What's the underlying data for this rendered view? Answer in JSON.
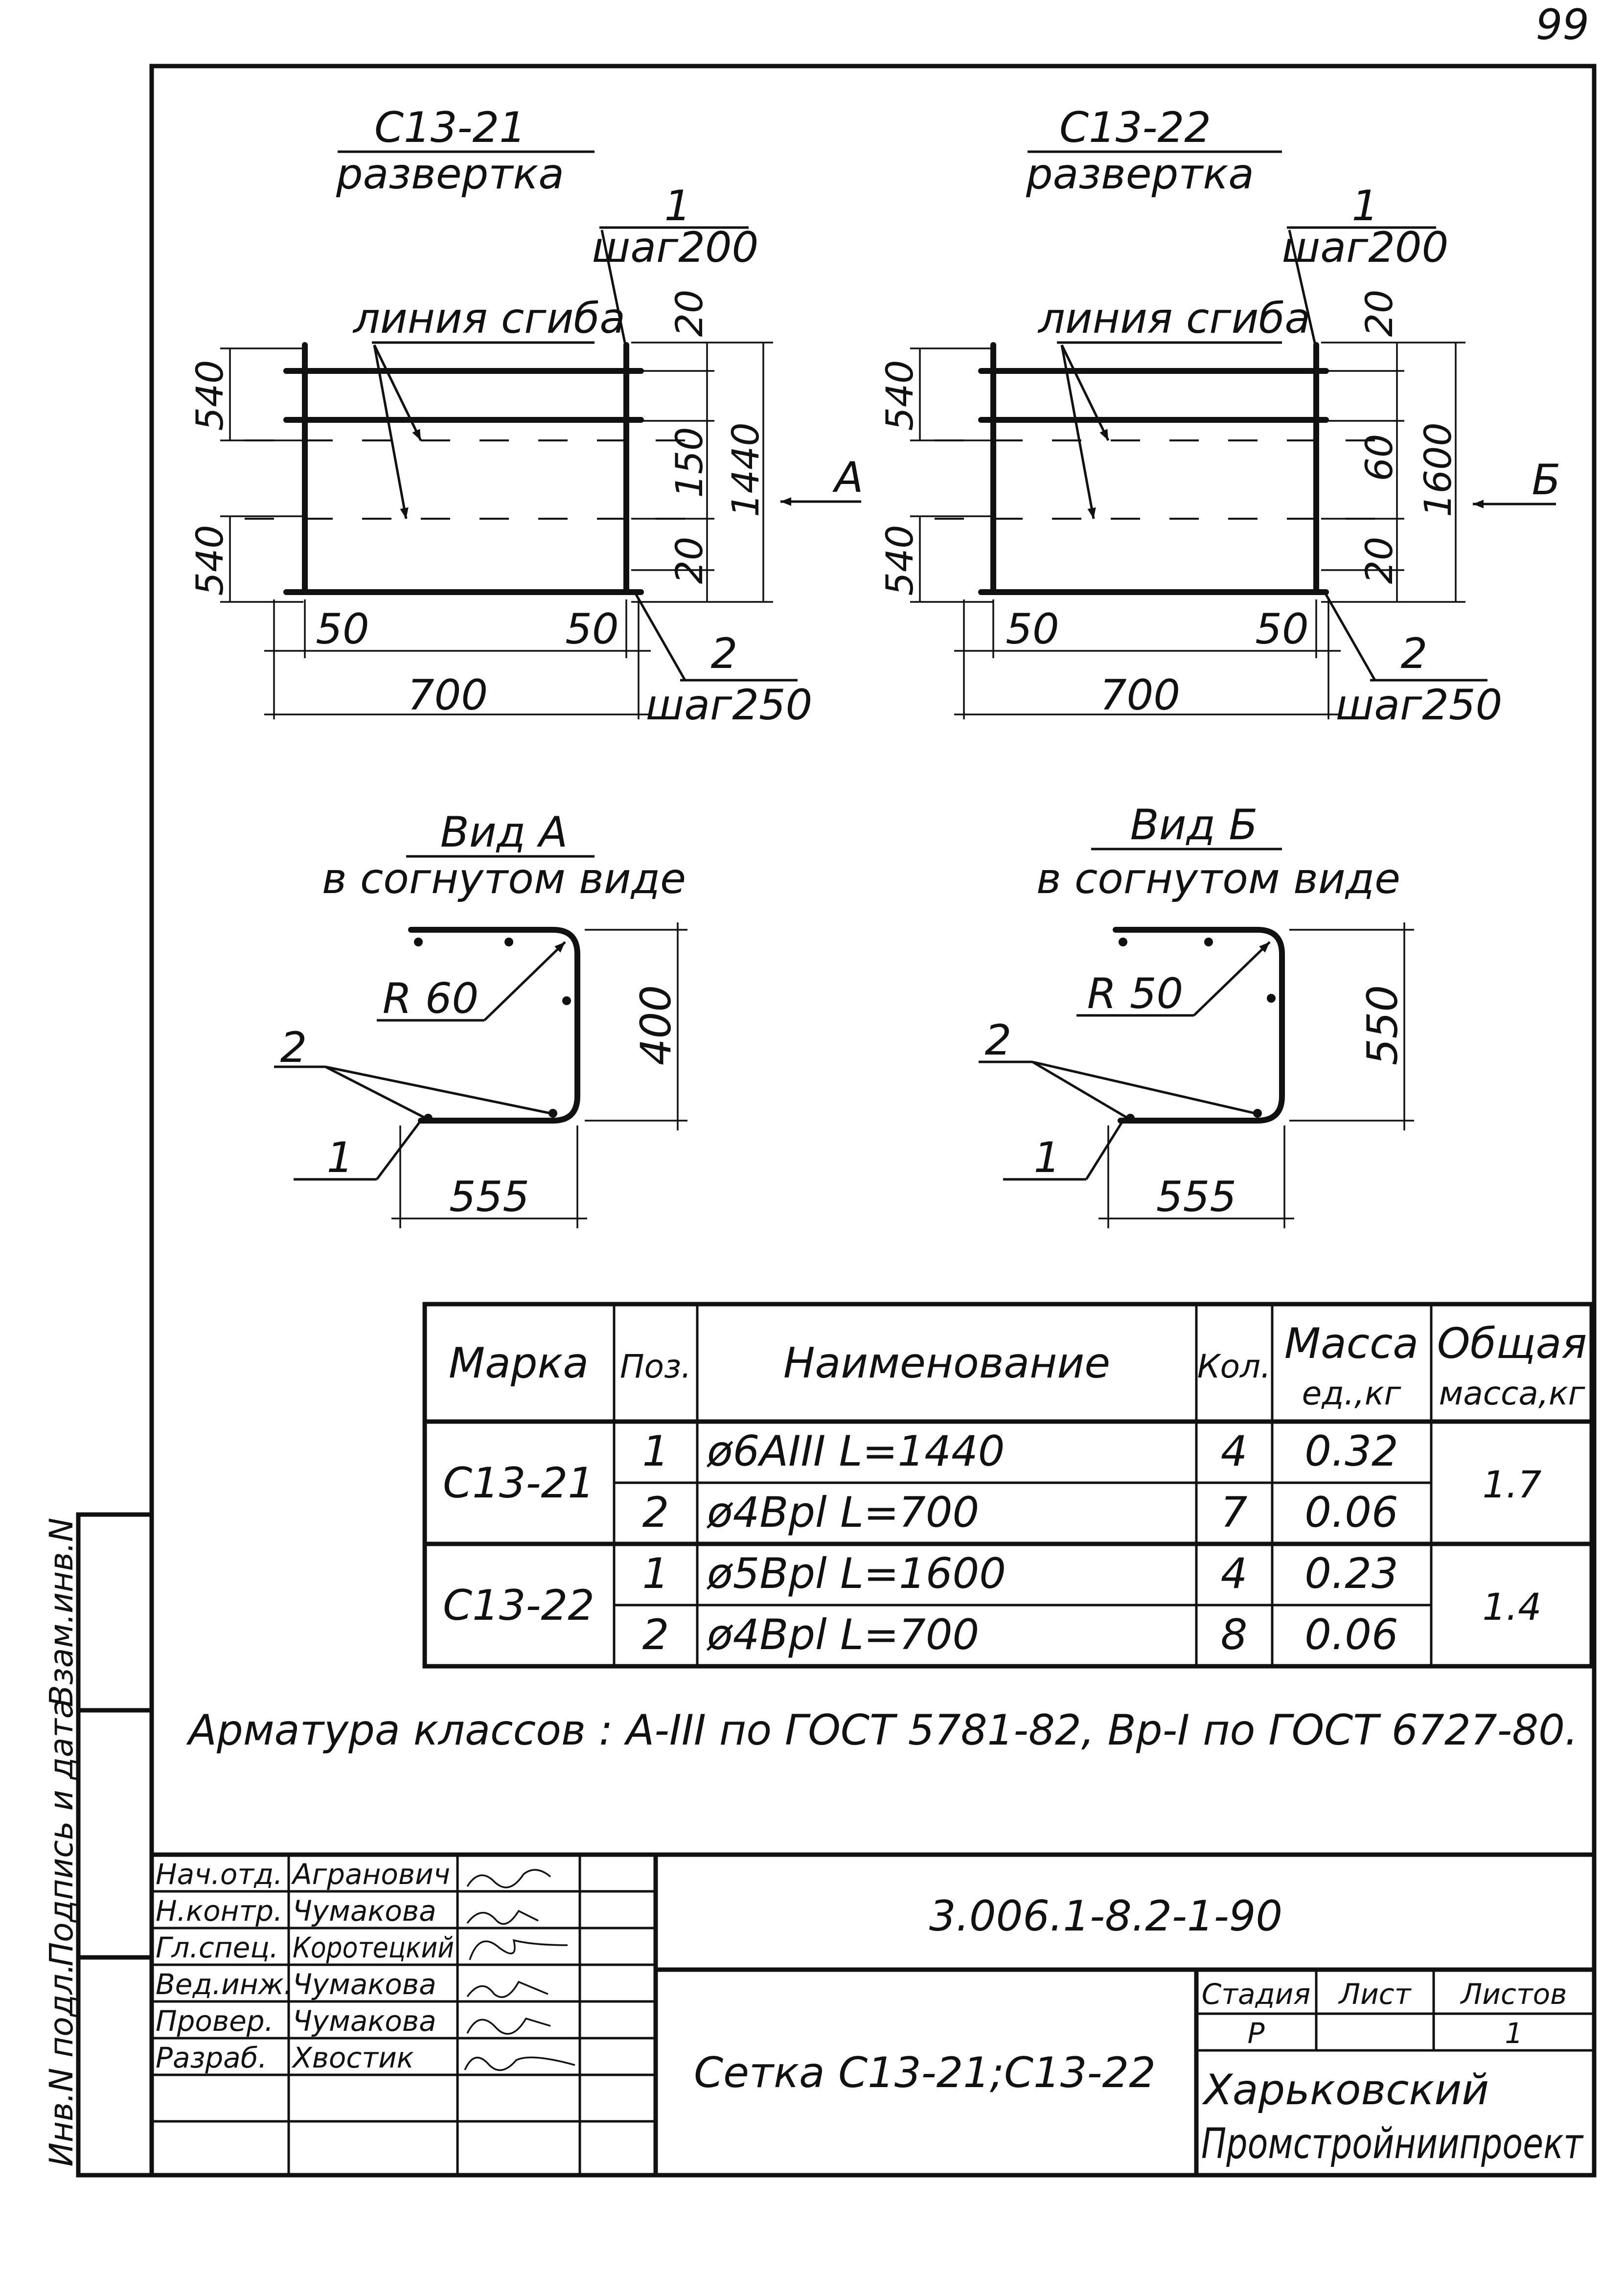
{
  "sheet_number": "99",
  "left": {
    "mark": "С13-21",
    "caption": "развертка",
    "dims": {
      "pos1": "1",
      "step1": "шаг200",
      "bend": "линия сгиба",
      "d540a": "540",
      "d540b": "540",
      "d20a": "20",
      "d150": "150",
      "d20b": "20",
      "d1440": "1440",
      "d50a": "50",
      "d50b": "50",
      "d700": "700",
      "pos2": "2",
      "step2": "шаг250",
      "arrow": "А"
    },
    "view": {
      "title": "Вид А",
      "subtitle": "в согнутом виде",
      "radius": "R 60",
      "h": "400",
      "w": "555",
      "pos2": "2",
      "pos1": "1"
    }
  },
  "right": {
    "mark": "С13-22",
    "caption": "развертка",
    "dims": {
      "pos1": "1",
      "step1": "шаг200",
      "bend": "линия сгиба",
      "d540a": "540",
      "d540b": "540",
      "d20a": "20",
      "d60": "60",
      "d20b": "20",
      "d1600": "1600",
      "d50a": "50",
      "d50b": "50",
      "d700": "700",
      "pos2": "2",
      "step2": "шаг250",
      "arrow": "Б"
    },
    "view": {
      "title": "Вид Б",
      "subtitle": "в согнутом виде",
      "radius": "R 50",
      "h": "550",
      "w": "555",
      "pos2": "2",
      "pos1": "1"
    }
  },
  "spec": {
    "headers": {
      "mark": "Марка",
      "pos": "Поз.",
      "name": "Наименование",
      "qty": "Кол.",
      "unit_mass_1": "Масса",
      "unit_mass_2": "ед.,кг",
      "total_mass_1": "Общая",
      "total_mass_2": "масса,кг"
    },
    "groups": [
      {
        "mark": "С13-21",
        "total": "1.7",
        "rows": [
          {
            "pos": "1",
            "name": "ø6AIII   L=1440",
            "qty": "4",
            "mass": "0.32"
          },
          {
            "pos": "2",
            "name": "ø4Bpl   L=700",
            "qty": "7",
            "mass": "0.06"
          }
        ]
      },
      {
        "mark": "С13-22",
        "total": "1.4",
        "rows": [
          {
            "pos": "1",
            "name": "ø5Bpl   L=1600",
            "qty": "4",
            "mass": "0.23"
          },
          {
            "pos": "2",
            "name": "ø4Bpl   L=700",
            "qty": "8",
            "mass": "0.06"
          }
        ]
      }
    ]
  },
  "note": "Арматура классов : A-III по ГОСТ 5781-82, Bp-I по ГОСТ 6727-80.",
  "side_labels": {
    "inv_sub": "Взам.инв.N",
    "sign_date": "Подпись и дата",
    "inv_orig": "Инв.N подл."
  },
  "title_block": {
    "code": "3.006.1-8.2-1-90",
    "title": "Сетка  С13-21;С13-22",
    "stage_label": "Стадия",
    "sheet_label": "Лист",
    "sheets_label": "Листов",
    "stage_value": "Р",
    "sheet_value": "",
    "sheets_value": "1",
    "org_1": "Харьковский",
    "org_2": "Промстройниипроект",
    "people": [
      {
        "role": "Нач.отд.",
        "name": "Агранович"
      },
      {
        "role": "Н.контр.",
        "name": "Чумакова"
      },
      {
        "role": "Гл.спец.",
        "name": "Коротецкий"
      },
      {
        "role": "Вед.инж.",
        "name": "Чумакова"
      },
      {
        "role": "Провер.",
        "name": "Чумакова"
      },
      {
        "role": "Разраб.",
        "name": "Хвостик"
      }
    ]
  }
}
